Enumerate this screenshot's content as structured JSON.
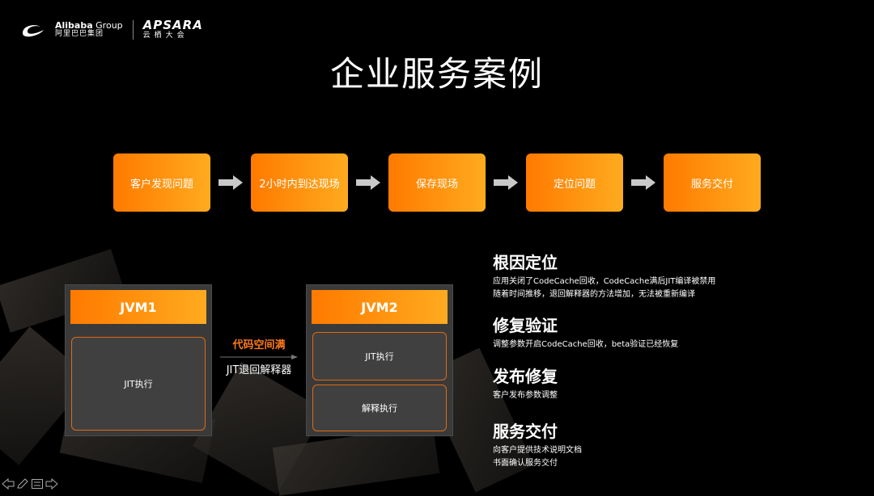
{
  "logo": {
    "alibaba_en_bold": "Alibaba",
    "alibaba_en_light": " Group",
    "alibaba_cn": "阿里巴巴集团",
    "apsara_en": "APSARA",
    "apsara_cn": "云栖大会"
  },
  "title": "企业服务案例",
  "flow": {
    "steps": [
      "客户发现问题",
      "2小时内到达现场",
      "保存现场",
      "定位问题",
      "服务交付"
    ]
  },
  "diagram": {
    "jvm1": {
      "title": "JVM1",
      "box": "JIT执行"
    },
    "jvm2": {
      "title": "JVM2",
      "box_top": "JIT执行",
      "box_bottom": "解释执行"
    },
    "transition_top": "代码空间满",
    "transition_bottom": "JIT退回解释器"
  },
  "sections": [
    {
      "heading": "根因定位",
      "lines": [
        "应用关闭了CodeCache回收，CodeCache满后JIT编译被禁用",
        "随着时间推移，退回解释器的方法增加，无法被重新编译"
      ]
    },
    {
      "heading": "修复验证",
      "lines": [
        "调整参数开启CodeCache回收，beta验证已经恢复"
      ]
    },
    {
      "heading": "发布修复",
      "lines": [
        "客户发布参数调整"
      ]
    },
    {
      "heading": "服务交付",
      "lines": [
        "向客户提供技术说明文档",
        "书面确认服务交付"
      ]
    }
  ],
  "colors": {
    "accent_start": "#ff7a00",
    "accent_end": "#ffab1f",
    "accent_text": "#ff7a1a",
    "background": "#000000"
  }
}
